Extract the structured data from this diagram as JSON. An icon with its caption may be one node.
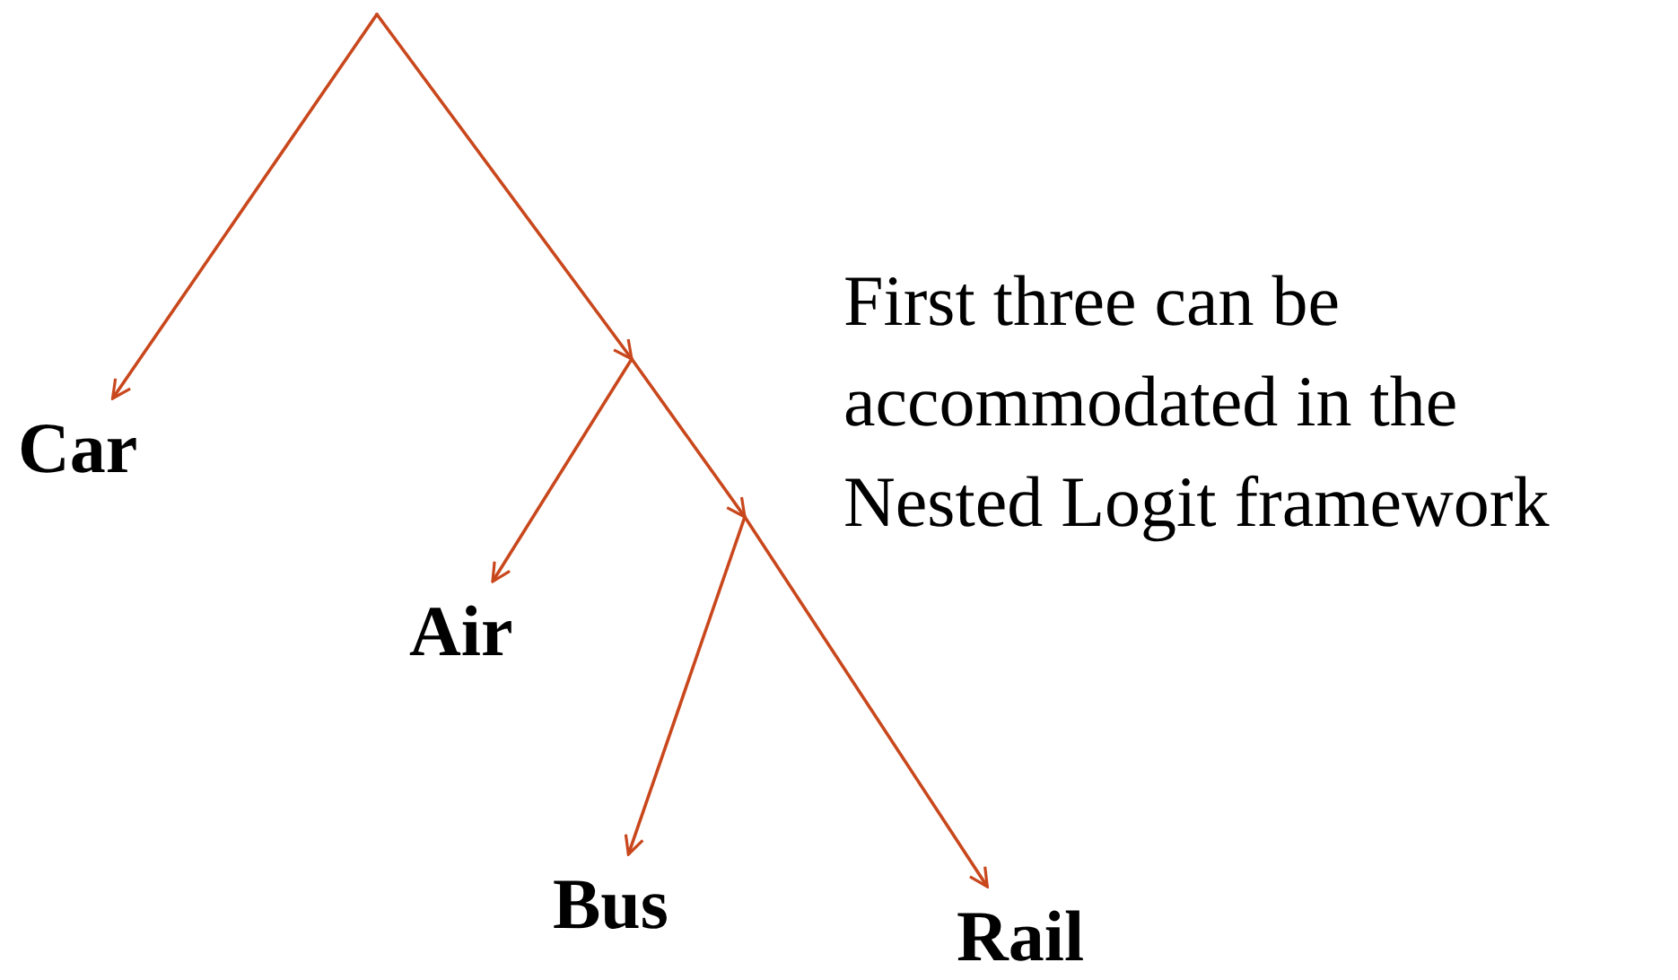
{
  "diagram": {
    "nodes": [
      {
        "text": [],
        "shape": "point"
      },
      {
        "text": [
          "Car"
        ]
      },
      {
        "text": [],
        "shape": "point"
      },
      {
        "text": [
          "Air"
        ]
      },
      {
        "text": [],
        "shape": "point"
      },
      {
        "text": [
          "Bus"
        ]
      },
      {
        "text": [
          "Rail"
        ]
      }
    ],
    "edges": [
      {
        "from": 0,
        "to": 1,
        "arrow": "to"
      },
      {
        "from": 0,
        "to": 2,
        "arrow": "to"
      },
      {
        "from": 2,
        "to": 3,
        "arrow": "to"
      },
      {
        "from": 2,
        "to": 4,
        "arrow": "to"
      },
      {
        "from": 4,
        "to": 5,
        "arrow": "to"
      },
      {
        "from": 4,
        "to": 6,
        "arrow": "to"
      }
    ],
    "labels": [
      "First three can be accommodated in the Nested Logit framework"
    ]
  }
}
